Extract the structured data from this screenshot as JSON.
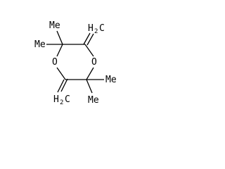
{
  "molecule": {
    "labels": {
      "methylene_top_base": "H",
      "methylene_top_sub": "2",
      "methylene_top_tail": "C",
      "methylene_bottom_base": "H",
      "methylene_bottom_sub": "2",
      "methylene_bottom_tail": "C",
      "oxygen_right": "O",
      "oxygen_left": "O",
      "methyl_top_left_up": "Me",
      "methyl_top_left_side": "Me",
      "methyl_bottom_right_side": "Me",
      "methyl_bottom_right_down": "Me"
    }
  }
}
